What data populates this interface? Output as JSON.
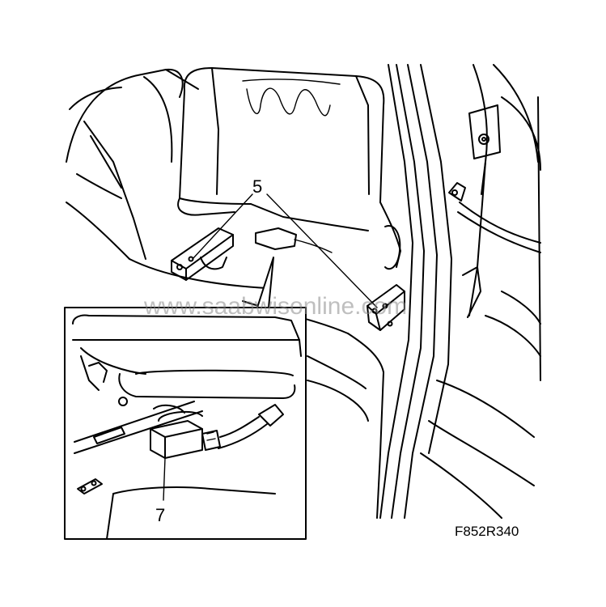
{
  "callouts": {
    "seat_rail_label": "5",
    "connector_label": "7"
  },
  "watermark": "www.saabwisonline.com",
  "figure_code": "F852R340"
}
